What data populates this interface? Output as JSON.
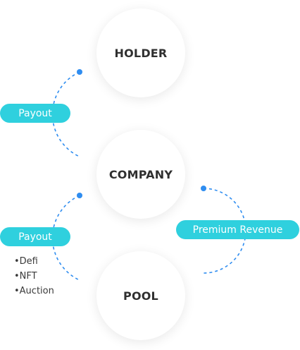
{
  "nodes": {
    "holder": "HOLDER",
    "company": "COMPANY",
    "pool": "POOL"
  },
  "labels": {
    "payout_top": "Payout",
    "payout_bottom": "Payout",
    "premium_revenue": "Premium Revenue"
  },
  "payout_items": [
    "•Defi",
    "•NFT",
    "•Auction"
  ],
  "colors": {
    "accent": "#2fd0de",
    "connector": "#2f8df0",
    "node_text": "#2f2f2f"
  }
}
